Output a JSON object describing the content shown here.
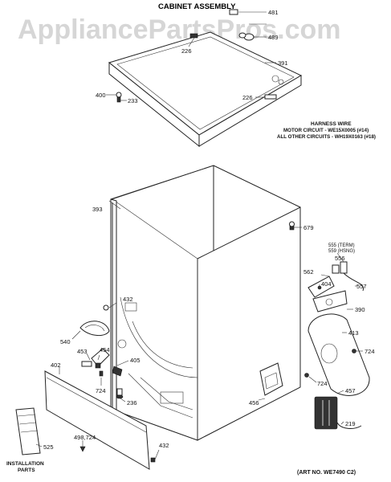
{
  "watermark": "AppliancePartsPros.com",
  "title": "CABINET ASSEMBLY",
  "harness": {
    "heading": "HARNESS WIRE",
    "motor": "MOTOR CIRCUIT - WE15X0005 (#14)",
    "other": "ALL OTHER CIRCUITS - WH19X0163 (#18)"
  },
  "art_no": "(ART NO. WE7490 C2)",
  "install": {
    "line1": "INSTALLATION",
    "line2": "PARTS"
  },
  "callouts": {
    "c481": "481",
    "c226a": "226",
    "c489": "489",
    "c391": "391",
    "c400": "400",
    "c233": "233",
    "c226b": "226",
    "c393": "393",
    "c679": "679",
    "c555": "555 (TERM)",
    "c559": "559 (HSNG)",
    "c556": "556",
    "c562": "562",
    "c404": "404",
    "c557": "557",
    "c432a": "432",
    "c390": "390",
    "c540": "540",
    "c413": "413",
    "c453": "453",
    "c454": "454",
    "c405": "405",
    "c724a": "724",
    "c402": "402",
    "c724b": "724",
    "c236": "236",
    "c724c": "724",
    "c457": "457",
    "c456": "456",
    "c219": "219",
    "c498": "498,724",
    "c525": "525",
    "c432b": "432"
  }
}
